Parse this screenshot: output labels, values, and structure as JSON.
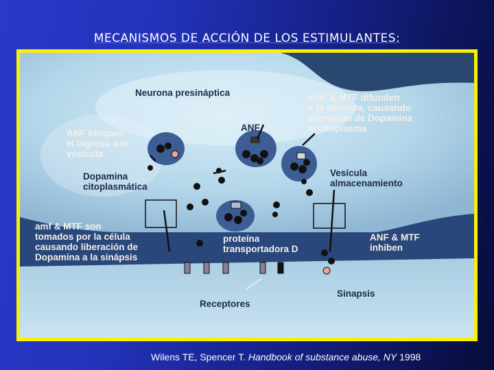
{
  "title": "MECANISMOS DE ACCIÓN DE LOS ESTIMULANTES:",
  "diagram": {
    "labels": {
      "neurona_presinaptica": "Neurona presináptica",
      "anf_mtf_difunden": "ANF & MTF difunden\na la vesícula, causando\nliberación de Dopamina\nal citoplasma",
      "anf_bloquea": "ANF bloquea\nel ingreso a la\nvesícula",
      "anf": "ANF",
      "dopamina_citoplasmatica": "Dopamina\ncitoplasmática",
      "vesicula_almacenamiento": "Vesícula\nalmacenamiento",
      "amf_mtf_tomados": "amf & MTF son\ntomados por la célula\ncausando liberación de\nDopamina a la sinápsis",
      "proteina_transportadora": "proteína\ntransportadora D",
      "anf_mtf_inhiben": "ANF & MTF\ninhiben",
      "sinapsis": "Sinapsis",
      "receptores": "Receptores"
    },
    "colors": {
      "frame_border": "#f7f200",
      "neuron_fill": "#b8d8ec",
      "synapse_fill": "#29477a",
      "vesicle_fill": "#3d5d95"
    }
  },
  "citation": {
    "authors": "Wilens TE, Spencer T. ",
    "work": "Handbook of substance abuse, NY",
    "year": " 1998"
  }
}
